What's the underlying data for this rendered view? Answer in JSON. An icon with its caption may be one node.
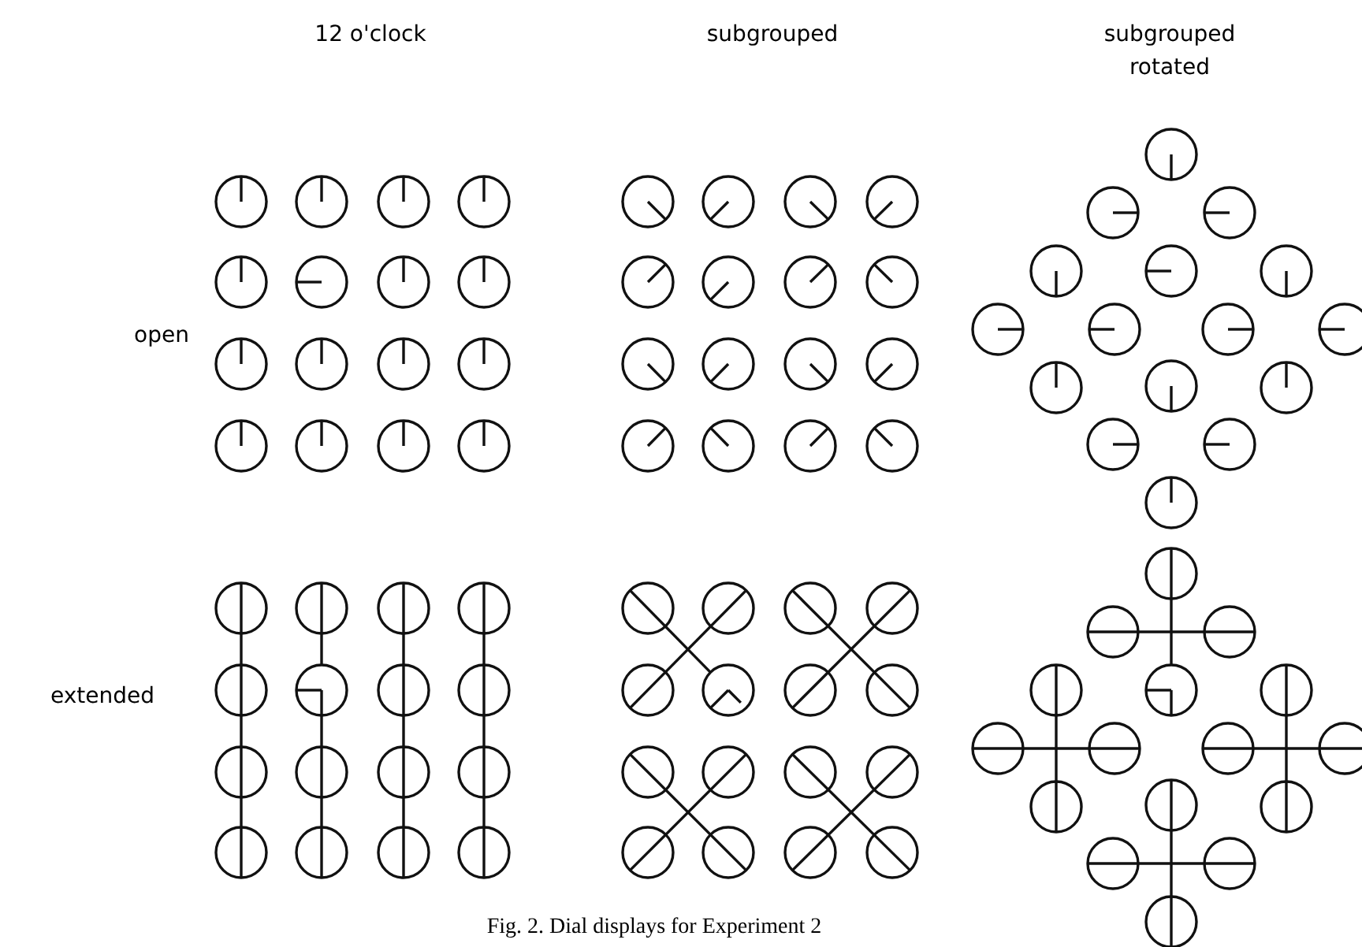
{
  "diagram": {
    "caption": "Fig. 2. Dial displays for Experiment 2",
    "labels": [
      "12 o'clock",
      "subgrouped",
      "subgrouped rotated",
      "open",
      "extended"
    ]
  }
}
